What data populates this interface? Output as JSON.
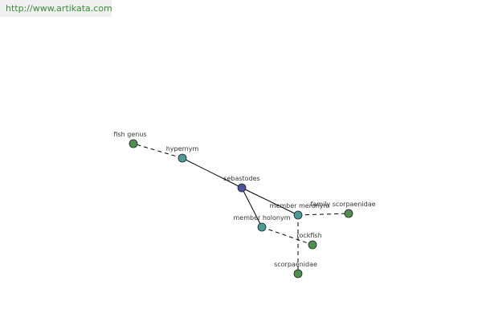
{
  "header": {
    "url": "http://www.artikata.com"
  },
  "colors": {
    "root": "#4a4f9e",
    "relation": "#4a9a9a",
    "leaf": "#4e8f4e",
    "edge": "#000000"
  },
  "graph": {
    "nodes": [
      {
        "id": "sebastodes",
        "label": "sebastodes",
        "kind": "root"
      },
      {
        "id": "hypernym",
        "label": "hypernym",
        "kind": "relation"
      },
      {
        "id": "member-meronym",
        "label": "member meronym",
        "kind": "relation"
      },
      {
        "id": "member-holonym",
        "label": "member holonym",
        "kind": "relation"
      },
      {
        "id": "fish-genus",
        "label": "fish genus",
        "kind": "leaf"
      },
      {
        "id": "family-scorpaenidae",
        "label": "family scorpaenidae",
        "kind": "leaf"
      },
      {
        "id": "scorpaenidae",
        "label": "scorpaenidae",
        "kind": "leaf"
      },
      {
        "id": "rockfish",
        "label": "rockfish",
        "kind": "leaf"
      }
    ],
    "edges": [
      {
        "from": "sebastodes",
        "to": "hypernym",
        "style": "solid"
      },
      {
        "from": "sebastodes",
        "to": "member-meronym",
        "style": "solid"
      },
      {
        "from": "sebastodes",
        "to": "member-holonym",
        "style": "solid"
      },
      {
        "from": "hypernym",
        "to": "fish-genus",
        "style": "dashed"
      },
      {
        "from": "member-meronym",
        "to": "family-scorpaenidae",
        "style": "dashed"
      },
      {
        "from": "member-meronym",
        "to": "scorpaenidae",
        "style": "dashed"
      },
      {
        "from": "member-holonym",
        "to": "rockfish",
        "style": "dashed"
      }
    ]
  }
}
